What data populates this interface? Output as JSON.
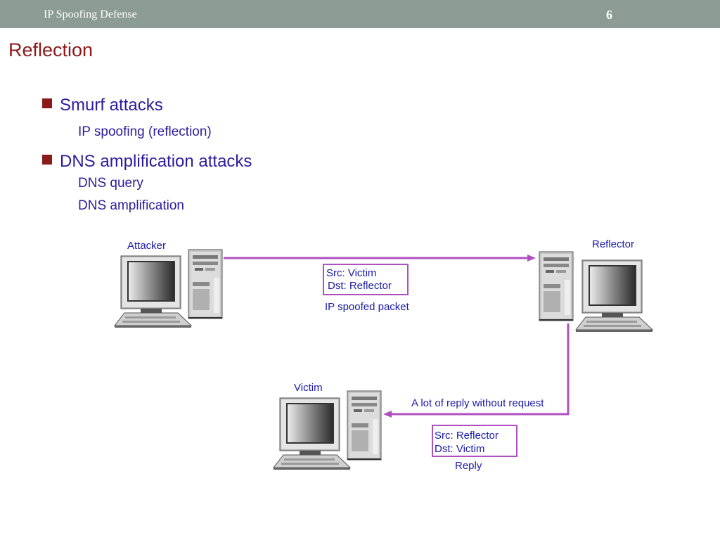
{
  "header": {
    "title": "IP Spoofing Defense",
    "page_number": "6"
  },
  "slide": {
    "title": "Reflection",
    "bullets": [
      {
        "text": "Smurf attacks",
        "subitems": [
          "IP spoofing (reflection)"
        ]
      },
      {
        "text": "DNS amplification attacks",
        "subitems": [
          "DNS query",
          "DNS amplification"
        ]
      }
    ]
  },
  "diagram": {
    "nodes": {
      "attacker": "Attacker",
      "reflector": "Reflector",
      "victim": "Victim"
    },
    "spoofed_packet": {
      "src": "Src: Victim",
      "dst": "Dst: Reflector",
      "caption": "IP spoofed packet"
    },
    "reply_arrow_label": "A lot of reply without request",
    "reply_packet": {
      "src": "Src: Reflector",
      "dst": "Dst: Victim",
      "caption": "Reply"
    },
    "colors": {
      "arrow": "#b050c0",
      "label": "#1a1aa8",
      "title": "#8b1a1a",
      "header_bg": "#8c9c95"
    }
  }
}
